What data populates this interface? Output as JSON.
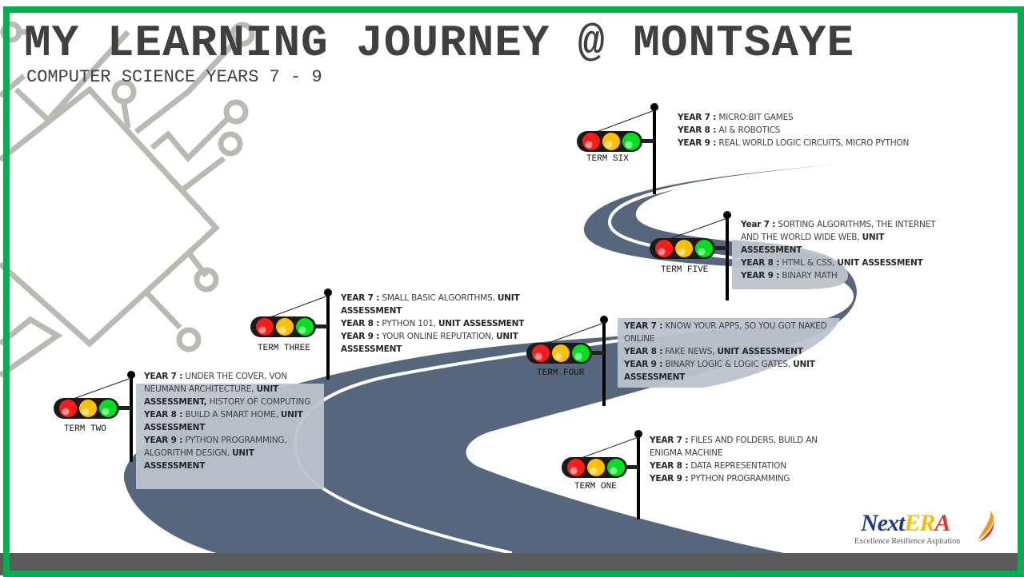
{
  "header": {
    "title": "MY LEARNING JOURNEY @ MONTSAYE",
    "subtitle": "COMPUTER SCIENCE YEARS 7 - 9"
  },
  "colors": {
    "frame": "#00b050",
    "road": "#56667c",
    "panel": "#bcc3cc",
    "bottom_bar": "#5b5b5b",
    "text": "#404040",
    "light_red": "#ff1a1a",
    "light_amber": "#ffc000",
    "light_green": "#00e020"
  },
  "terms": [
    {
      "label": "TERM ONE",
      "lines": [
        {
          "key": "YEAR 7 :",
          "segments": [
            {
              "t": " FILES AND FOLDERS, BUILD AN ENIGMA MACHINE",
              "b": false
            }
          ]
        },
        {
          "key": "YEAR 8 :",
          "segments": [
            {
              "t": " DATA REPRESENTATION",
              "b": false
            }
          ]
        },
        {
          "key": "YEAR 9 :",
          "segments": [
            {
              "t": " PYTHON PROGRAMMING",
              "b": false
            }
          ]
        }
      ]
    },
    {
      "label": "TERM TWO",
      "lines": [
        {
          "key": "YEAR 7 :",
          "segments": [
            {
              "t": " UNDER THE COVER, VON NEUMANN ARCHITECTURE, ",
              "b": false
            },
            {
              "t": "UNIT ASSESSMENT,",
              "b": true
            },
            {
              "t": " HISTORY OF COMPUTING",
              "b": false
            }
          ]
        },
        {
          "key": "YEAR 8 :",
          "segments": [
            {
              "t": " BUILD A SMART HOME, ",
              "b": false
            },
            {
              "t": "UNIT ASSESSMENT",
              "b": true
            }
          ]
        },
        {
          "key": "YEAR 9 :",
          "segments": [
            {
              "t": " PYTHON PROGRAMMING, ALGORITHM DESIGN, ",
              "b": false
            },
            {
              "t": "UNIT ASSESSMENT",
              "b": true
            }
          ]
        }
      ]
    },
    {
      "label": "TERM THREE",
      "lines": [
        {
          "key": "YEAR 7 :",
          "segments": [
            {
              "t": " SMALL BASIC ALGORITHMS, ",
              "b": false
            },
            {
              "t": "UNIT ASSESSMENT",
              "b": true
            }
          ]
        },
        {
          "key": "YEAR 8 :",
          "segments": [
            {
              "t": " PYTHON 101, ",
              "b": false
            },
            {
              "t": "UNIT ASSESSMENT",
              "b": true
            }
          ]
        },
        {
          "key": "YEAR 9 :",
          "segments": [
            {
              "t": " YOUR ONLINE REPUTATION, ",
              "b": false
            },
            {
              "t": "UNIT ASSESSMENT",
              "b": true
            }
          ]
        }
      ]
    },
    {
      "label": "TERM FOUR",
      "lines": [
        {
          "key": "YEAR 7 :",
          "segments": [
            {
              "t": " KNOW YOUR APPS, SO YOU GOT NAKED ONLINE",
              "b": false
            }
          ]
        },
        {
          "key": "YEAR 8 :",
          "segments": [
            {
              "t": " FAKE NEWS, ",
              "b": false
            },
            {
              "t": "UNIT ASSESSMENT",
              "b": true
            }
          ]
        },
        {
          "key": "YEAR 9 :",
          "segments": [
            {
              "t": " BINARY LOGIC & LOGIC GATES, ",
              "b": false
            },
            {
              "t": "UNIT ASSESSMENT",
              "b": true
            }
          ]
        }
      ]
    },
    {
      "label": "TERM FIVE",
      "lines": [
        {
          "key": "Year 7 :",
          "segments": [
            {
              "t": " SORTING ALGORITHMS, THE INTERNET AND THE WORLD WIDE WEB, ",
              "b": false
            },
            {
              "t": "UNIT ASSESSMENT",
              "b": true
            }
          ]
        },
        {
          "key": "YEAR 8 :",
          "segments": [
            {
              "t": " HTML & CSS, ",
              "b": false
            },
            {
              "t": "UNIT ASSESSMENT",
              "b": true
            }
          ]
        },
        {
          "key": "YEAR 9 :",
          "segments": [
            {
              "t": " BINARY MATH",
              "b": false
            }
          ]
        }
      ]
    },
    {
      "label": "TERM SIX",
      "lines": [
        {
          "key": "YEAR 7 :",
          "segments": [
            {
              "t": " MICRO:BIT GAMES",
              "b": false
            }
          ]
        },
        {
          "key": "YEAR 8 :",
          "segments": [
            {
              "t": " AI & ROBOTICS",
              "b": false
            }
          ]
        },
        {
          "key": "YEAR 9 :",
          "segments": [
            {
              "t": " REAL WORLD LOGIC CIRCUITS, MICRO PYTHON",
              "b": false
            }
          ]
        }
      ]
    }
  ],
  "logo": {
    "name_part1": "Next",
    "name_part2": "ER",
    "name_part3": "A",
    "tagline": "Excellence Resilience Aspiration"
  }
}
